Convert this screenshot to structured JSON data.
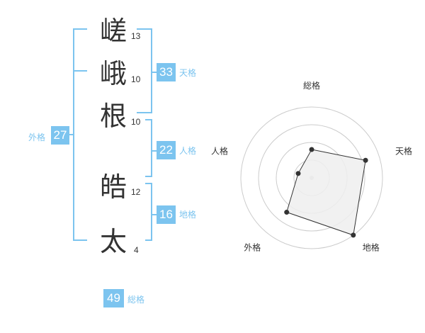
{
  "name": {
    "characters": [
      {
        "char": "嵯",
        "strokes": "13"
      },
      {
        "char": "峨",
        "strokes": "10"
      },
      {
        "char": "根",
        "strokes": "10"
      },
      {
        "char": "皓",
        "strokes": "12"
      },
      {
        "char": "太",
        "strokes": "4"
      }
    ]
  },
  "fortune": {
    "tenkaku": {
      "label": "天格",
      "value": "33"
    },
    "jinkaku": {
      "label": "人格",
      "value": "22"
    },
    "chikaku": {
      "label": "地格",
      "value": "16"
    },
    "gaikaku": {
      "label": "外格",
      "value": "27"
    },
    "soukaku": {
      "label": "総格",
      "value": "49"
    }
  },
  "chart_data": {
    "type": "radar",
    "axes": [
      "総格",
      "天格",
      "地格",
      "外格",
      "人格"
    ],
    "values": [
      2,
      4,
      5,
      3,
      1
    ],
    "rmax": 5,
    "rings": 4,
    "grid": true,
    "colors": {
      "fill": "#efefef",
      "stroke": "#333333",
      "point": "#333333",
      "grid": "#cccccc",
      "center": "#cccccc"
    }
  }
}
